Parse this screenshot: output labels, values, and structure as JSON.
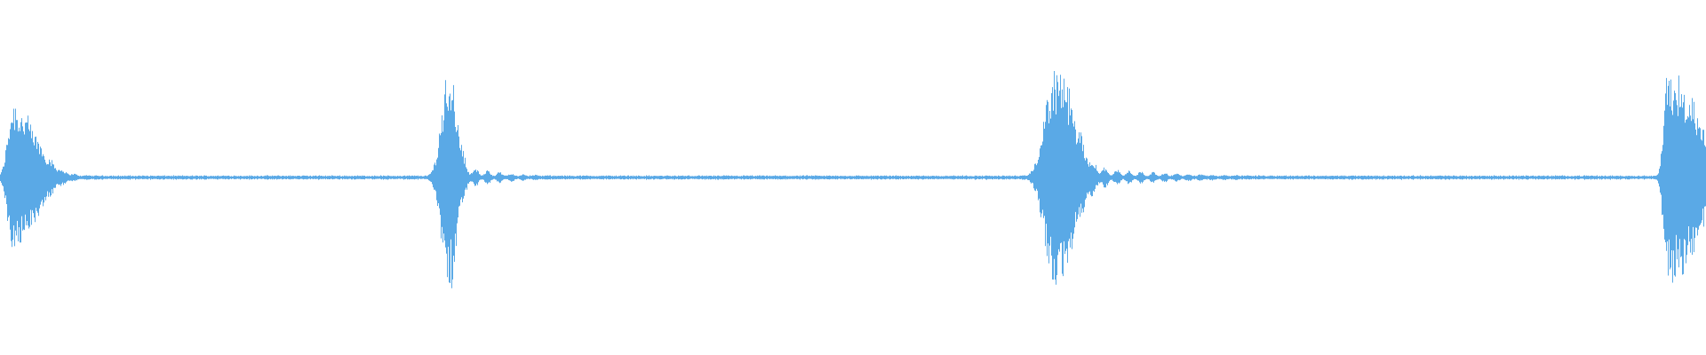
{
  "colors": {
    "background": "#ffffff",
    "waveform": "#5aa9e6"
  },
  "waveform": {
    "baseline_amplitude": 0.01,
    "bursts": [
      {
        "time": 0.007,
        "peak": 0.66,
        "attack": 0.004,
        "decay": 0.018,
        "tail_amp": 0.06,
        "tail_len": 0.03
      },
      {
        "time": 0.263,
        "peak": 1.0,
        "attack": 0.006,
        "decay": 0.006,
        "tail_amp": 0.14,
        "tail_len": 0.026
      },
      {
        "time": 0.618,
        "peak": 1.0,
        "attack": 0.008,
        "decay": 0.014,
        "tail_amp": 0.14,
        "tail_len": 0.05
      },
      {
        "time": 0.977,
        "peak": 0.93,
        "attack": 0.003,
        "decay": 0.022,
        "tail_amp": 0.3,
        "tail_len": 0.02
      }
    ]
  }
}
